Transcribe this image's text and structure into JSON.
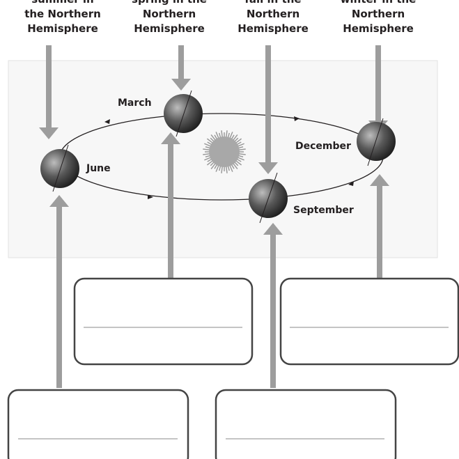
{
  "captions": [
    {
      "lines": [
        "summer in",
        "the Northern",
        "Hemisphere"
      ]
    },
    {
      "lines": [
        "spring in the",
        "Northern",
        "Hemisphere"
      ]
    },
    {
      "lines": [
        "fall in the",
        "Northern",
        "Hemisphere"
      ]
    },
    {
      "lines": [
        "winter in the",
        "Northern",
        "Hemisphere"
      ]
    }
  ],
  "positions": {
    "june": "June",
    "march": "March",
    "december": "December",
    "september": "September"
  },
  "colors": {
    "arrow": "#9d9d9d",
    "panel": "#f7f7f7",
    "box_border": "#444444",
    "sun": "#9a9a9a",
    "earth": "#4a4a4a"
  },
  "answer_boxes": [
    {
      "value": ""
    },
    {
      "value": ""
    },
    {
      "value": ""
    },
    {
      "value": ""
    }
  ]
}
